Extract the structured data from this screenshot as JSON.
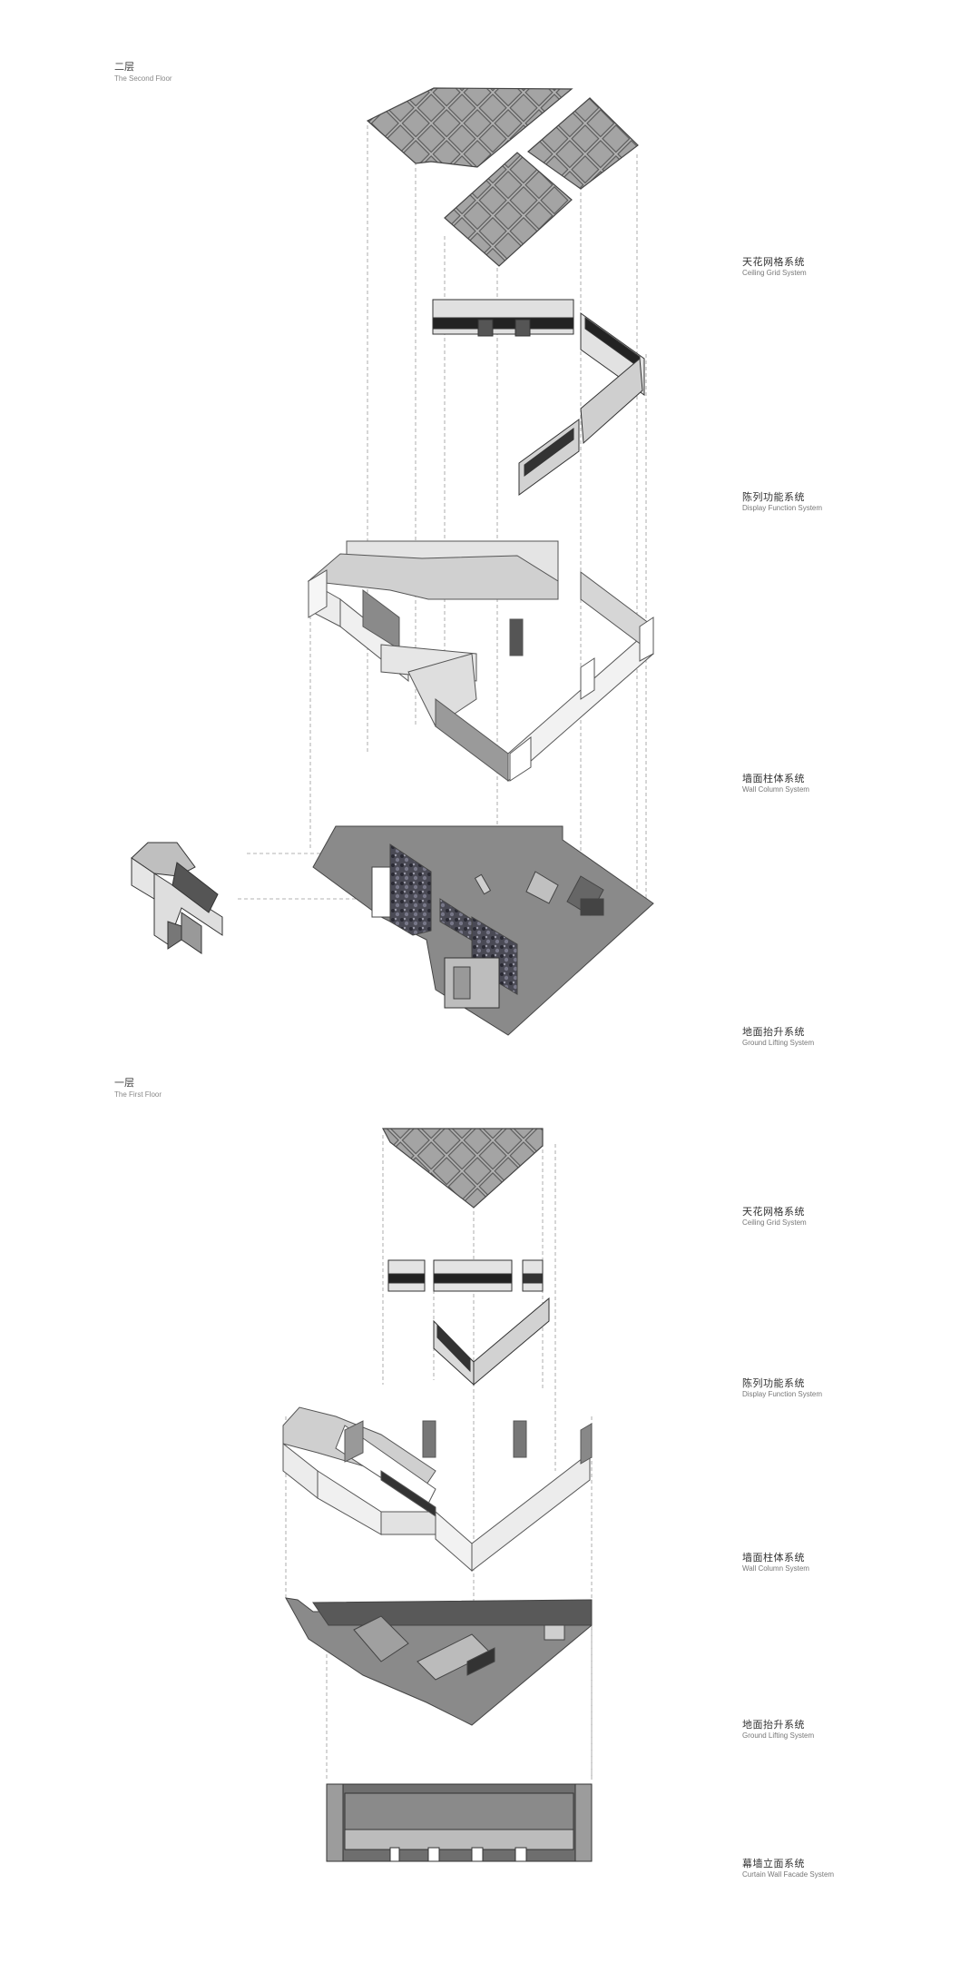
{
  "floors": [
    {
      "title_cn": "二层",
      "title_en": "The Second Floor",
      "systems": [
        {
          "cn": "天花网格系统",
          "en": "Ceiling Grid System"
        },
        {
          "cn": "陈列功能系统",
          "en": "Display Function System"
        },
        {
          "cn": "墙面柱体系统",
          "en": "Wall Column System"
        },
        {
          "cn": "地面抬升系统",
          "en": "Ground Lifting System"
        }
      ]
    },
    {
      "title_cn": "一层",
      "title_en": "The First Floor",
      "systems": [
        {
          "cn": "天花网格系统",
          "en": "Ceiling Grid System"
        },
        {
          "cn": "陈列功能系统",
          "en": "Display Function System"
        },
        {
          "cn": "墙面柱体系统",
          "en": "Wall Column System"
        },
        {
          "cn": "地面抬升系统",
          "en": "Ground Lifting System"
        },
        {
          "cn": "幕墙立面系统",
          "en": "Curtain Wall Facade System"
        }
      ]
    }
  ],
  "colors": {
    "ceiling": "#a9a9a9",
    "wall_light": "#e6e6e6",
    "wall_mid": "#c4c4c4",
    "wall_dark": "#6e6e6e",
    "floor": "#8a8a8a",
    "guide": "#9a9a9a"
  }
}
